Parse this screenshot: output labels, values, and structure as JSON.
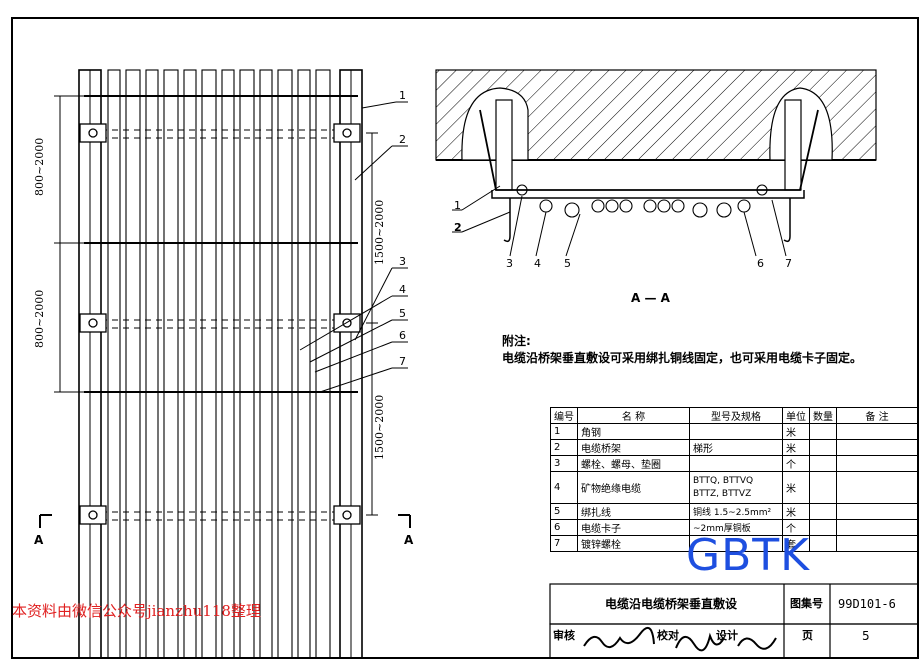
{
  "left_view": {
    "dims_left": [
      "800~2000",
      "800~2000"
    ],
    "dims_right": [
      "1500~2000",
      "1500~2000"
    ],
    "section_mark": "A",
    "callouts": [
      "1",
      "2",
      "3",
      "4",
      "5",
      "6",
      "7"
    ]
  },
  "section_view": {
    "title": "A — A",
    "callouts": [
      "1",
      "2",
      "3",
      "4",
      "5",
      "6",
      "7"
    ]
  },
  "notes": {
    "heading": "附注:",
    "text": "电缆沿桥架垂直敷设可采用绑扎铜线固定，也可采用电缆卡子固定。"
  },
  "bom": {
    "headers": [
      "编号",
      "名 称",
      "型号及规格",
      "单位",
      "数量",
      "备 注"
    ],
    "rows": [
      {
        "no": "1",
        "name": "角钢",
        "spec": "",
        "unit": "米"
      },
      {
        "no": "2",
        "name": "电缆桥架",
        "spec": "梯形",
        "unit": "米"
      },
      {
        "no": "3",
        "name": "螺栓、螺母、垫圈",
        "spec": "",
        "unit": "个"
      },
      {
        "no": "4",
        "name": "矿物绝缘电缆",
        "spec": "BTTQ, BTTVQ BTTZ, BTTVZ",
        "unit": "米"
      },
      {
        "no": "5",
        "name": "绑扎线",
        "spec": "铜线 1.5~2.5mm²",
        "unit": "米"
      },
      {
        "no": "6",
        "name": "电缆卡子",
        "spec": "~2mm厚铜板",
        "unit": "个"
      },
      {
        "no": "7",
        "name": "镀锌螺栓",
        "spec": "",
        "unit": "套"
      }
    ]
  },
  "title_block": {
    "title": "电缆沿电缆桥架垂直敷设",
    "atlas_label": "图集号",
    "atlas_no": "99D101-6",
    "review_label": "审核",
    "check_label": "校对",
    "design_label": "设计",
    "page_label": "页",
    "page_no": "5"
  },
  "watermark": "GBTK",
  "source_note": "本资料由微信公众号jianzhu118整理"
}
